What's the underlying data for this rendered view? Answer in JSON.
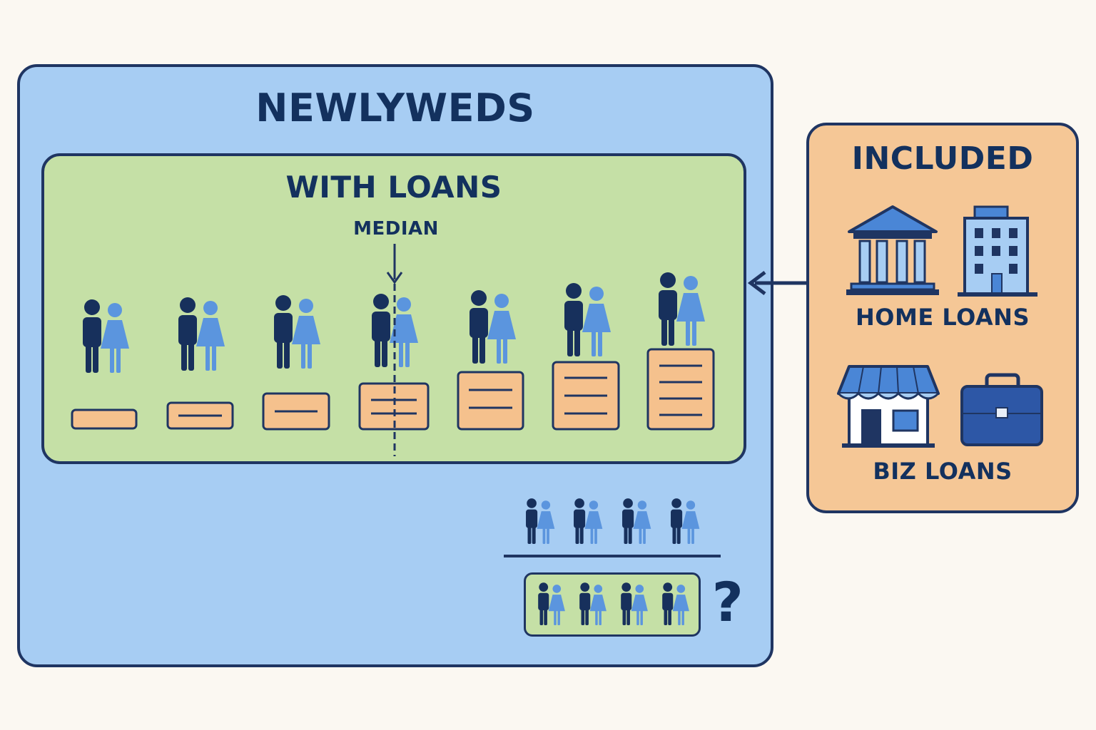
{
  "diagram": {
    "outer_label": "NEWLYWEDS",
    "inner_label": "WITH LOANS",
    "median_label": "MEDIAN",
    "included_label": "INCLUDED",
    "home_loans_label": "HOME LOANS",
    "biz_loans_label": "BIZ LOANS",
    "question_mark": "?"
  },
  "colors": {
    "outer_fill": "#a7cdf3",
    "inner_fill": "#c5e0a6",
    "side_fill": "#f5c796",
    "loan_box_fill": "#f5c18d",
    "outline": "#1f3562",
    "man": "#17305c",
    "woman": "#5b95de",
    "icon_blue": "#4a86d6"
  },
  "icons": [
    "bank-icon",
    "office-building-icon",
    "storefront-icon",
    "briefcase-icon",
    "couple-icon",
    "down-arrow-icon",
    "left-arrow-icon"
  ]
}
